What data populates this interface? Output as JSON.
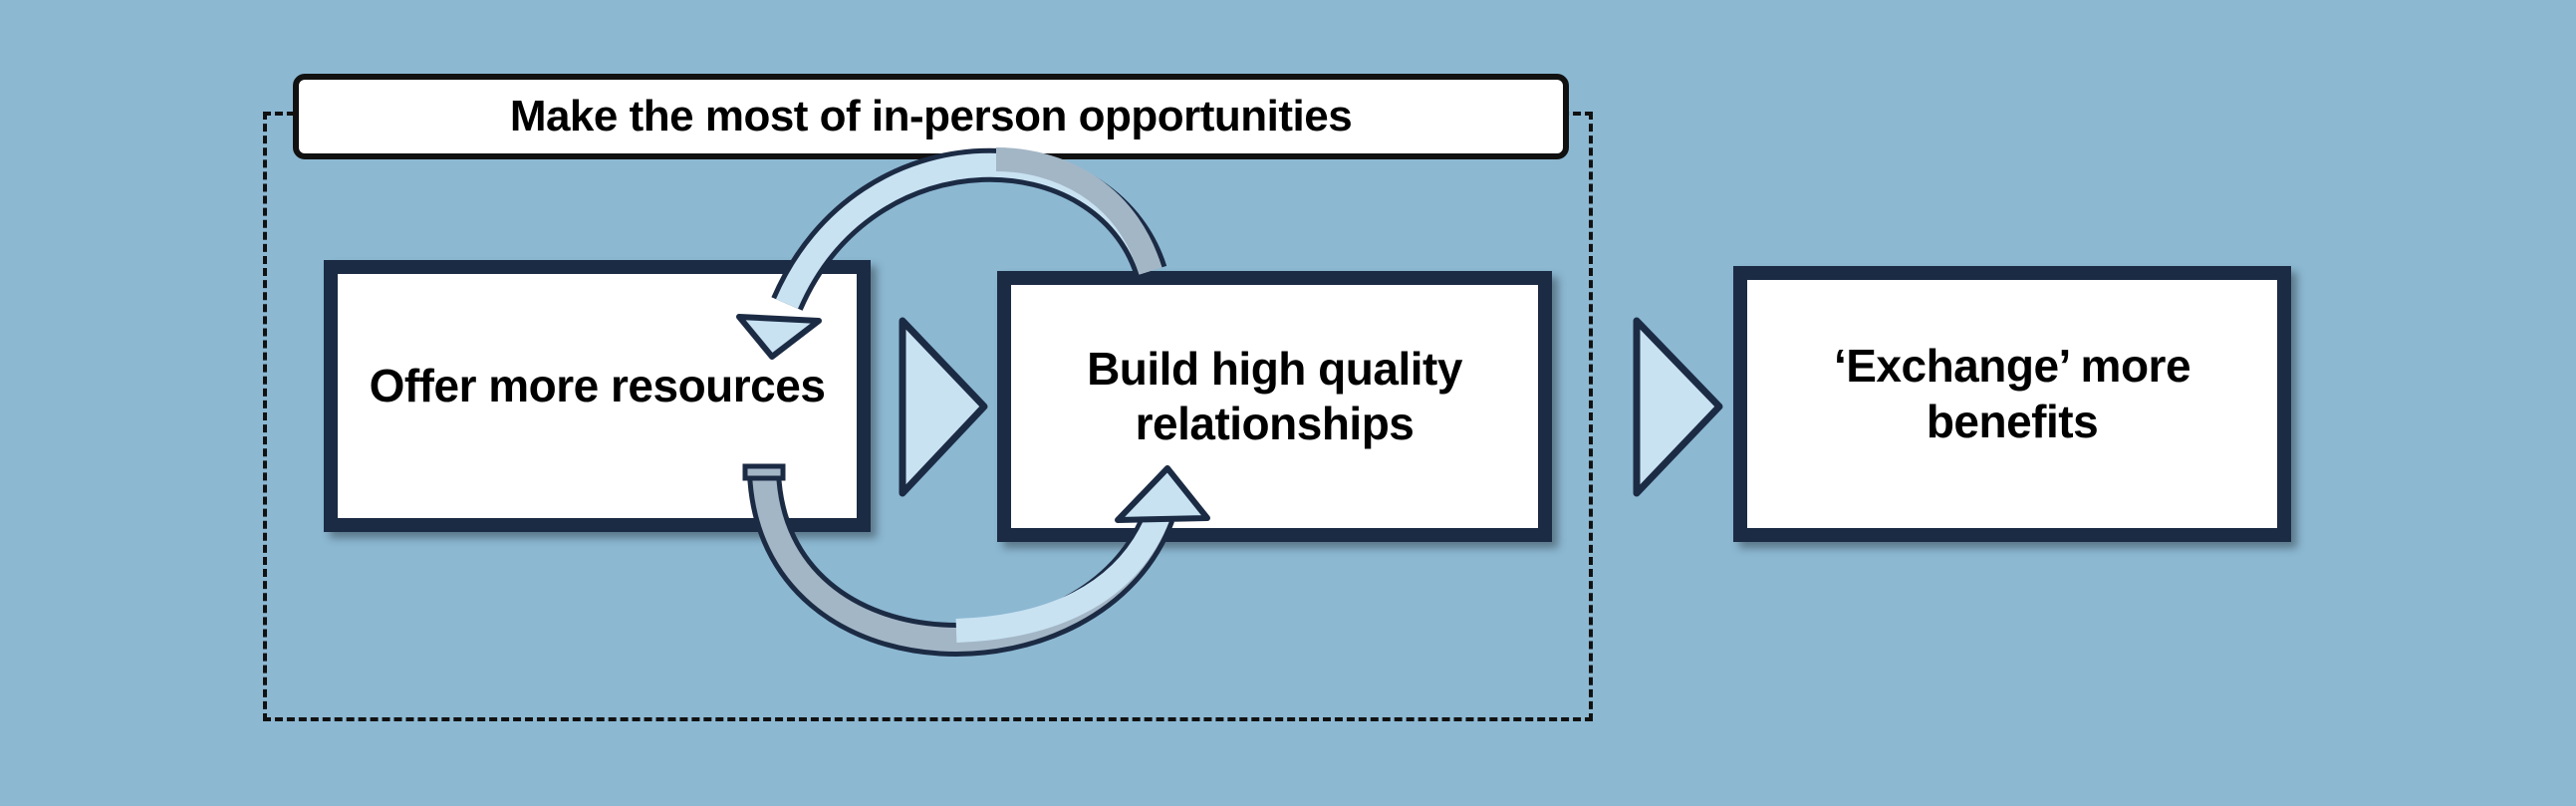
{
  "title": "Make the most of in-person opportunities",
  "boxes": [
    {
      "label": "Offer more resources"
    },
    {
      "label": "Build high quality relationships"
    },
    {
      "label": "‘Exchange’ more benefits"
    }
  ],
  "colors": {
    "background": "#8cb8d2",
    "border": "#1c2b44",
    "arrow_light": "#c8e2f2",
    "arrow_dark": "#a3b6c6"
  }
}
